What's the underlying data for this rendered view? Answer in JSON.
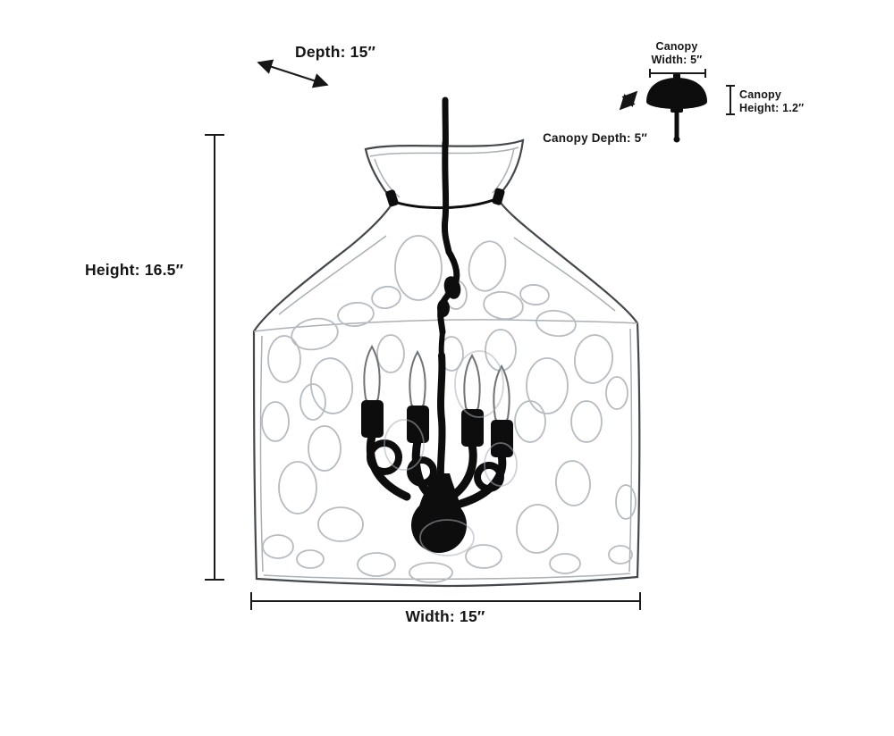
{
  "diagram": {
    "labels": {
      "depth": "Depth: 15″",
      "height": "Height: 16.5″",
      "width": "Width: 15″",
      "canopy_width": [
        "Canopy",
        "Width: 5″"
      ],
      "canopy_height": [
        "Canopy",
        "Height: 1.2″"
      ],
      "canopy_depth": "Canopy Depth: 5″"
    },
    "dimensions": {
      "depth_in": 15,
      "height_in": 16.5,
      "width_in": 15,
      "canopy_width_in": 5,
      "canopy_height_in": 1.2,
      "canopy_depth_in": 5
    },
    "colors": {
      "ink": "#1a1a1a",
      "glass_outline": "#43484d",
      "glass_texture": "#b6bcc2",
      "fixture_black": "#0d0d0d"
    }
  }
}
